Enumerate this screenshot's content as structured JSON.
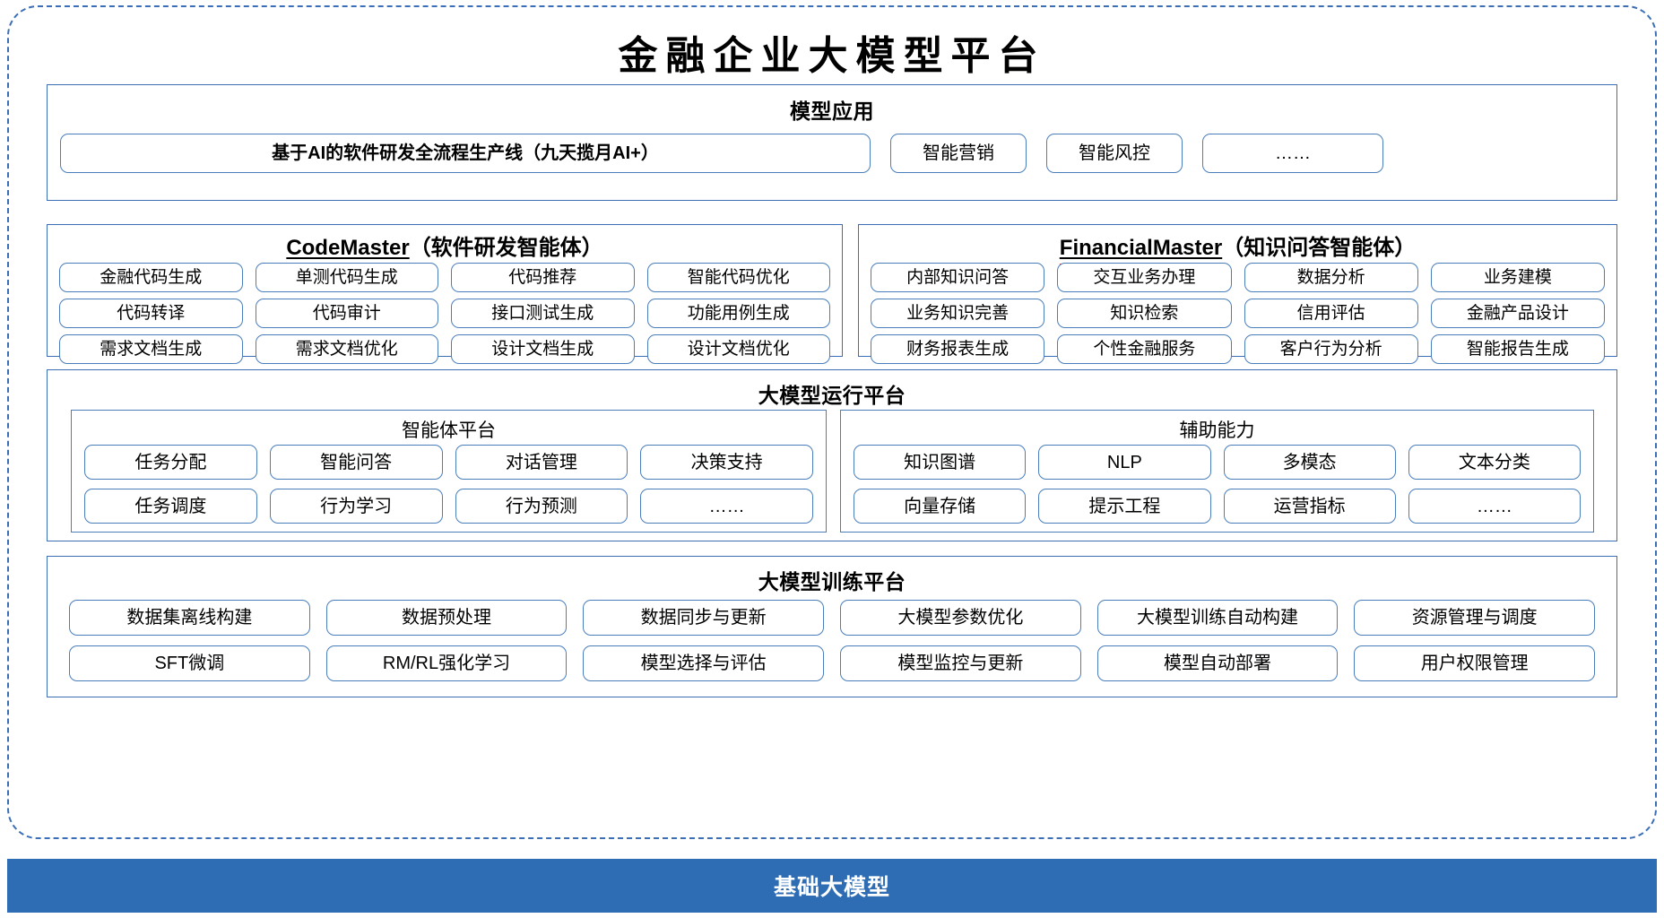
{
  "title": "金融企业大模型平台",
  "model_application": {
    "title": "模型应用",
    "items": [
      "基于AI的软件研发全流程生产线（九天揽月AI+）",
      "智能营销",
      "智能风控",
      "……"
    ]
  },
  "agents": [
    {
      "name_en": "CodeMaster",
      "name_cn": "（软件研发智能体）",
      "spellcheck_underline": true,
      "rows": [
        [
          "金融代码生成",
          "单测代码生成",
          "代码推荐",
          "智能代码优化"
        ],
        [
          "代码转译",
          "代码审计",
          "接口测试生成",
          "功能用例生成"
        ],
        [
          "需求文档生成",
          "需求文档优化",
          "设计文档生成",
          "设计文档优化"
        ]
      ]
    },
    {
      "name_en": "FinancialMaster",
      "name_cn": "（知识问答智能体）",
      "spellcheck_underline": true,
      "rows": [
        [
          "内部知识问答",
          "交互业务办理",
          "数据分析",
          "业务建模"
        ],
        [
          "业务知识完善",
          "知识检索",
          "信用评估",
          "金融产品设计"
        ],
        [
          "财务报表生成",
          "个性金融服务",
          "客户行为分析",
          "智能报告生成"
        ]
      ]
    }
  ],
  "runtime_platform": {
    "title": "大模型运行平台",
    "subsections": [
      {
        "title": "智能体平台",
        "rows": [
          [
            "任务分配",
            "智能问答",
            "对话管理",
            "决策支持"
          ],
          [
            "任务调度",
            "行为学习",
            "行为预测",
            "……"
          ]
        ]
      },
      {
        "title": "辅助能力",
        "rows": [
          [
            "知识图谱",
            "NLP",
            "多模态",
            "文本分类"
          ],
          [
            "向量存储",
            "提示工程",
            "运营指标",
            "……"
          ]
        ]
      }
    ]
  },
  "training_platform": {
    "title": "大模型训练平台",
    "rows": [
      [
        "数据集离线构建",
        "数据预处理",
        "数据同步与更新",
        "大模型参数优化",
        "大模型训练自动构建",
        "资源管理与调度"
      ],
      [
        "SFT微调",
        "RM/RL强化学习",
        "模型选择与评估",
        "模型监控与更新",
        "模型自动部署",
        "用户权限管理"
      ]
    ]
  },
  "foundation": {
    "label": "基础大模型"
  },
  "colors": {
    "border_blue": "#3B6EB5",
    "chip_border": "#4A7EBB",
    "foundation_bar": "#2E6DB4",
    "spellcheck_red": "#E33B2E"
  }
}
